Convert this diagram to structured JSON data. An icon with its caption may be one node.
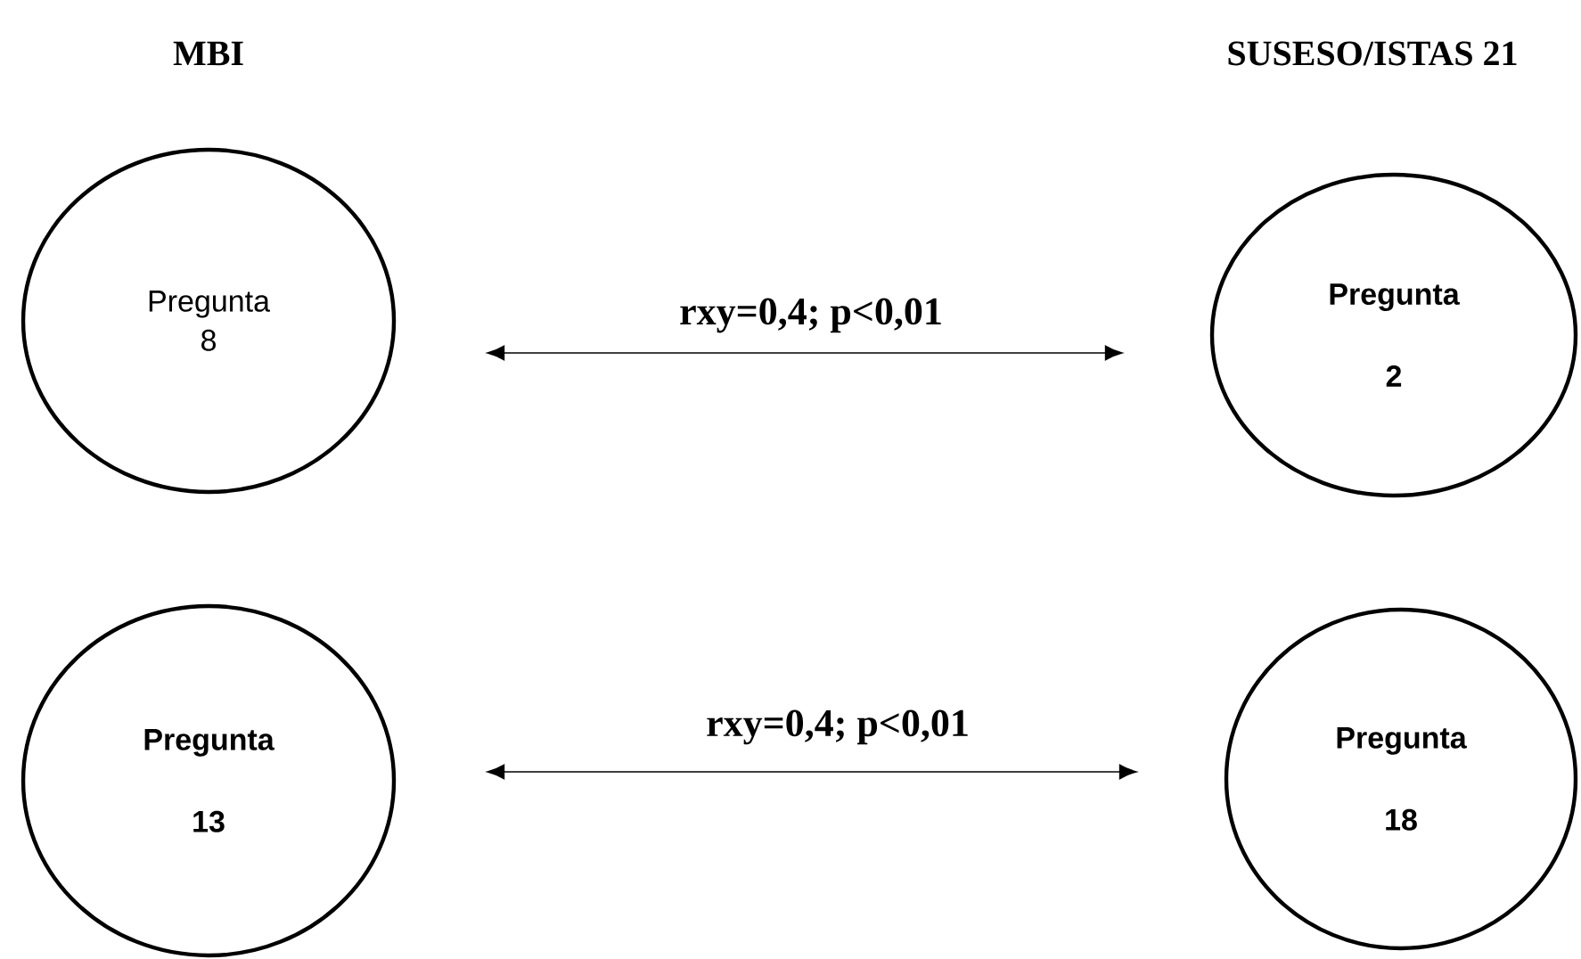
{
  "diagram": {
    "nodes": [
      {
        "text": [
          "Pregunta",
          "8"
        ]
      },
      {
        "text": [
          "Pregunta",
          "2"
        ]
      },
      {
        "text": [
          "Pregunta",
          "13"
        ]
      },
      {
        "text": [
          "Pregunta",
          "18"
        ]
      }
    ],
    "edges": [
      {
        "from": 0,
        "to": 1,
        "arrow": "both",
        "label": "rxy=0,4; p<0,01"
      },
      {
        "from": 2,
        "to": 3,
        "arrow": "both",
        "label": "rxy=0,4; p<0,01"
      }
    ],
    "labels": [
      "MBI",
      "SUSESO/ISTAS 21"
    ]
  }
}
